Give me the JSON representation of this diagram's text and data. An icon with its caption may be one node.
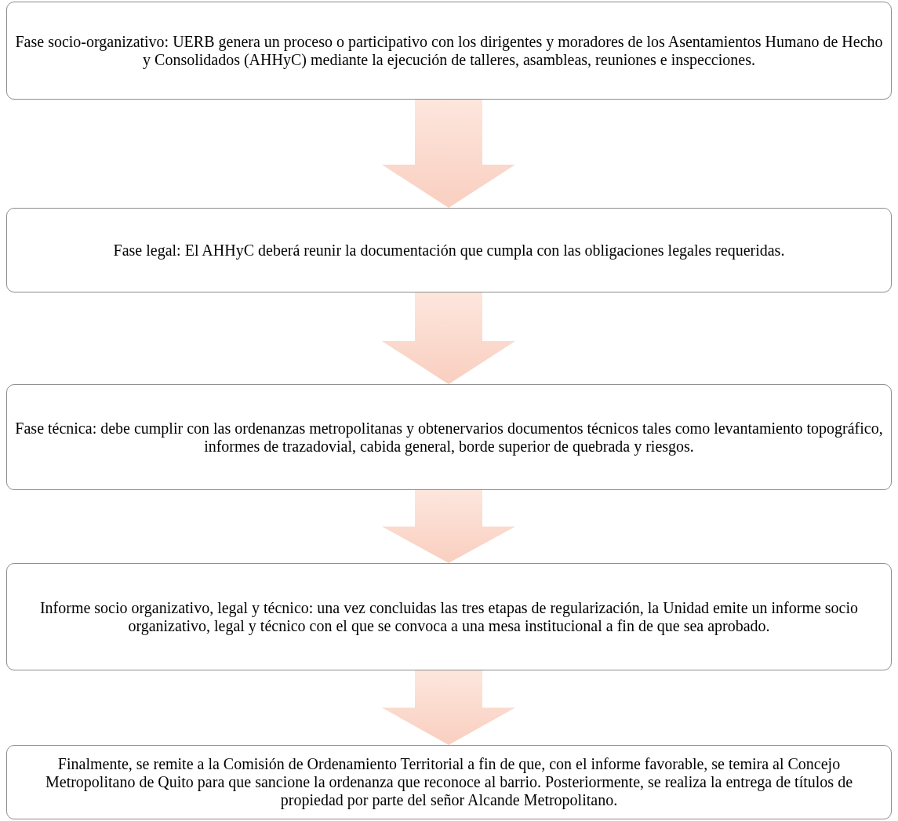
{
  "diagram": {
    "nodes": [
      {
        "text": [
          "Fase socio-organizativo: UERB genera un proceso o participativo con los dirigentes y moradores de los Asentamientos Humano de Hecho y Consolidados (AHHyC) mediante la ejecución de talleres, asambleas, reuniones e inspecciones."
        ]
      },
      {
        "text": [
          "Fase legal: El AHHyC deberá reunir la documentación que cumpla con las obligaciones legales requeridas."
        ]
      },
      {
        "text": [
          "Fase técnica: debe cumplir con las ordenanzas metropolitanas y obtenervarios documentos técnicos tales como levantamiento topográfico, informes de trazadovial, cabida general, borde superior de quebrada y riesgos."
        ]
      },
      {
        "text": [
          "Informe socio organizativo, legal y técnico: una vez concluidas las tres etapas de regularización, la Unidad emite un informe socio organizativo, legal y técnico con el que se convoca a una mesa institucional a fin de que sea aprobado."
        ]
      },
      {
        "text": [
          "Finalmente, se remite a la Comisión de Ordenamiento Territorial a fin de que, con el informe favorable, se temira al Concejo Metropolitano de Quito para que sancione la ordenanza que reconoce al barrio. Posteriormente, se realiza la entrega de títulos de propiedad por parte del señor Alcande Metropolitano."
        ]
      }
    ],
    "edges": [
      {
        "from": 0,
        "to": 1,
        "arrow": "to"
      },
      {
        "from": 1,
        "to": 2,
        "arrow": "to"
      },
      {
        "from": 2,
        "to": 3,
        "arrow": "to"
      },
      {
        "from": 3,
        "to": 4,
        "arrow": "to"
      }
    ]
  }
}
